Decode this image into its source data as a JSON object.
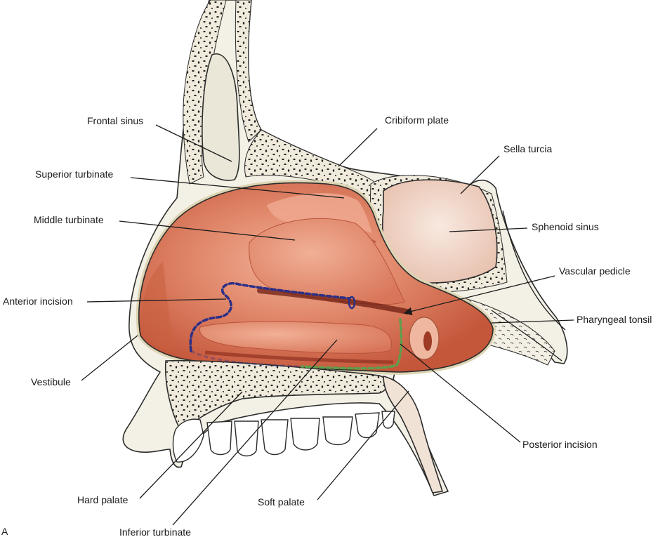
{
  "labels": {
    "frontal_sinus": "Frontal sinus",
    "cribiform_plate": "Cribiform plate",
    "sella_turcia": "Sella turcia",
    "superior_turbinate": "Superior turbinate",
    "middle_turbinate": "Middle turbinate",
    "sphenoid_sinus": "Sphenoid sinus",
    "vascular_pedicle": "Vascular pedicle",
    "anterior_incision": "Anterior incision",
    "pharyngeal_tonsil": "Pharyngeal tonsil",
    "vestibule": "Vestibule",
    "posterior_incision": "Posterior incision",
    "hard_palate": "Hard palate",
    "soft_palate": "Soft palate",
    "inferior_turbinate": "Inferior turbinate"
  },
  "panel_letter": "A",
  "colors": {
    "anterior_incision_line": "#2b2f86",
    "posterior_incision_line": "#5c9f4c",
    "bone": "#f3f0e6",
    "mucosa": "#d9765a"
  }
}
